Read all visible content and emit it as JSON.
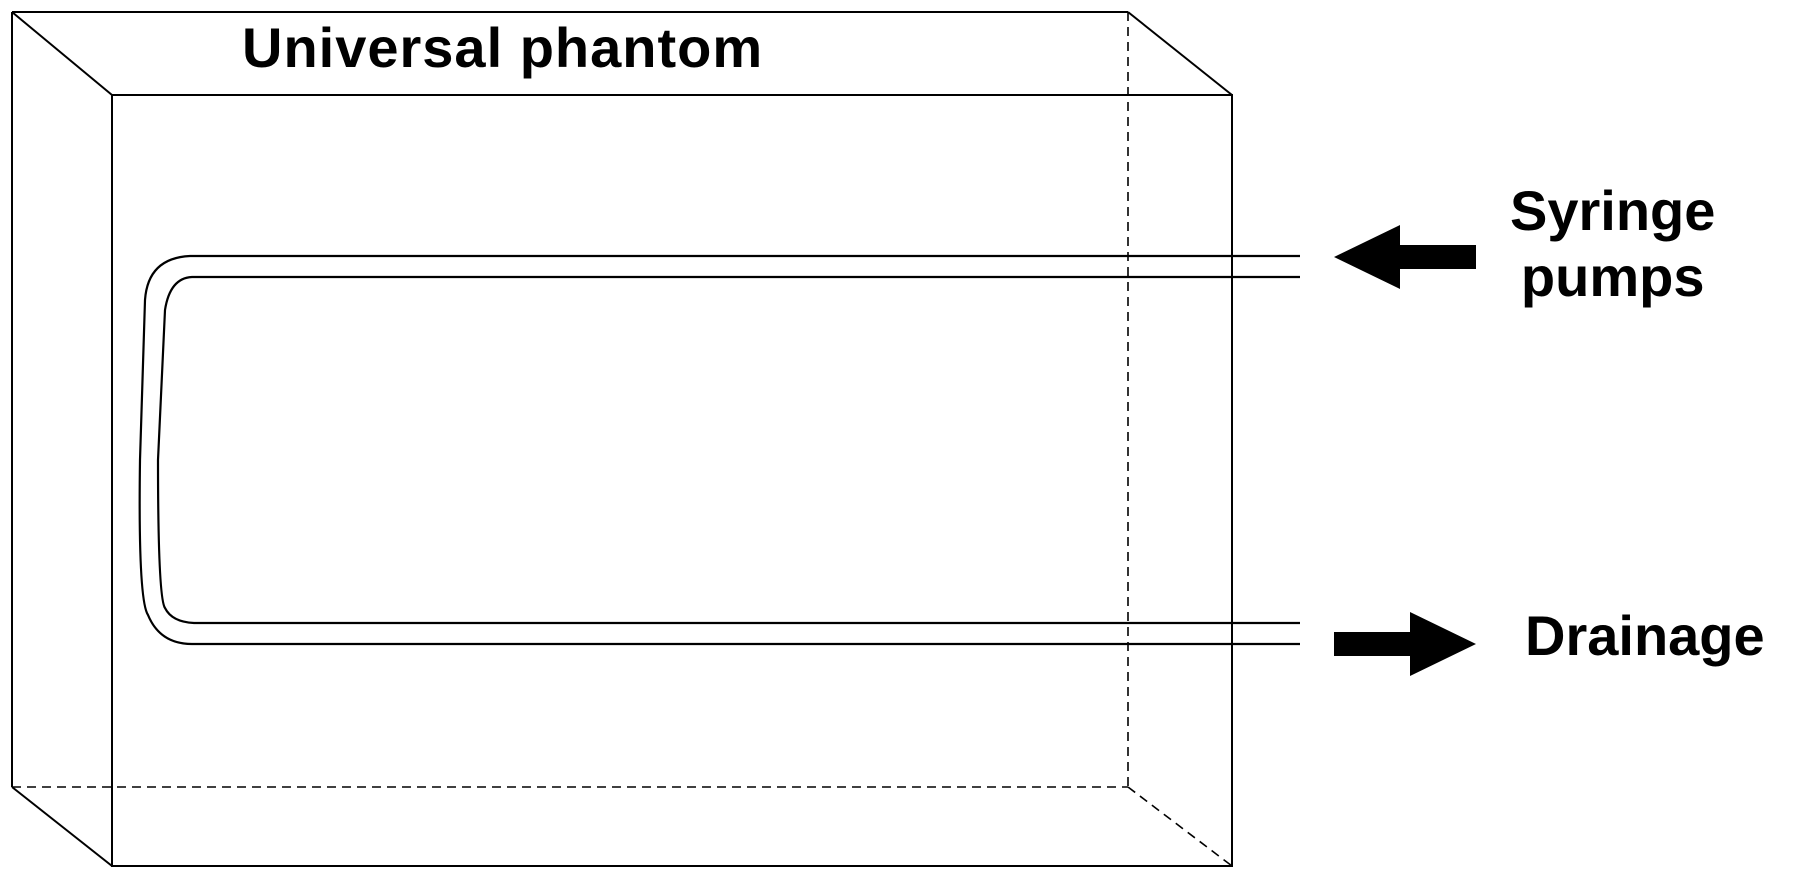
{
  "diagram": {
    "title": "Universal phantom",
    "inlet_label_line1": "Syringe",
    "inlet_label_line2": "pumps",
    "outlet_label": "Drainage"
  },
  "colors": {
    "stroke": "#000000",
    "background": "#ffffff"
  },
  "icons": {
    "inlet_arrow": "arrow-left-icon",
    "outlet_arrow": "arrow-right-icon"
  }
}
